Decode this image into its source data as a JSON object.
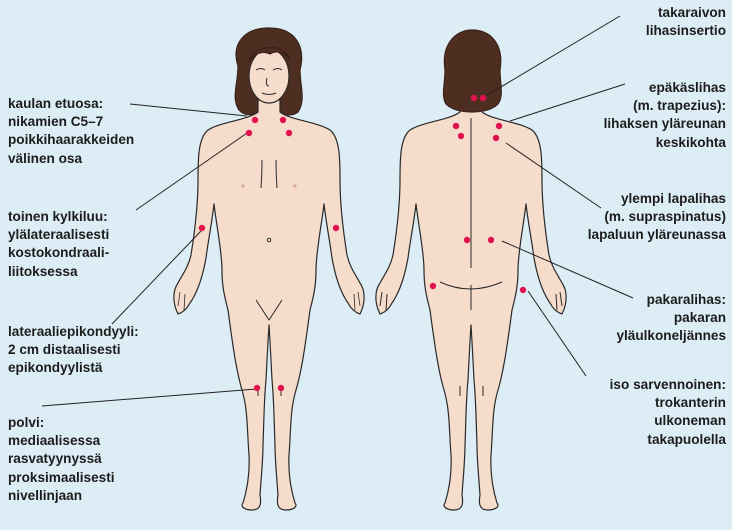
{
  "colors": {
    "background": "#dcedf6",
    "skin": "#f6dccb",
    "skin_outline": "#2a2a2a",
    "hair": "#4f2e22",
    "tender_point": "#e0134f",
    "leader_line": "#222222",
    "text": "#1c1c1c"
  },
  "figures": {
    "front": {
      "name": "front-view-body"
    },
    "back": {
      "name": "back-view-body"
    }
  },
  "labels": {
    "left": [
      {
        "id": "neck-front",
        "text": "kaulan etuosa:\nnikamien C5–7\npoikkihaarakkeiden\nvälinen osa"
      },
      {
        "id": "second-rib",
        "text": "toinen kylkiluu:\nylälateraalisesti\nkostokondraali-\nliitoksessa"
      },
      {
        "id": "lateral-epicondyle",
        "text": "lateraaliepikondyyli:\n2 cm distaalisesti\nepikondyylistä"
      },
      {
        "id": "knee",
        "text": "polvi:\nmediaalisessa\nrasvatyynyssä\nproksimaalisesti\nnivellinjaan"
      }
    ],
    "right": [
      {
        "id": "occiput",
        "text": "takaraivon\nlihasinsertio"
      },
      {
        "id": "trapezius",
        "text": "epäkäslihas\n(m. trapezius):\nlihaksen yläreunan\nkeskikohta"
      },
      {
        "id": "supraspinatus",
        "text": "ylempi lapalihas\n(m. supraspinatus)\nlapaluun yläreunassa"
      },
      {
        "id": "gluteal",
        "text": "pakaralihas:\npakaran\nyläulkoneljännes"
      },
      {
        "id": "greater-trochanter",
        "text": "iso sarvennoinen:\ntrokanterin\nulkoneman\ntakapuolella"
      }
    ]
  }
}
